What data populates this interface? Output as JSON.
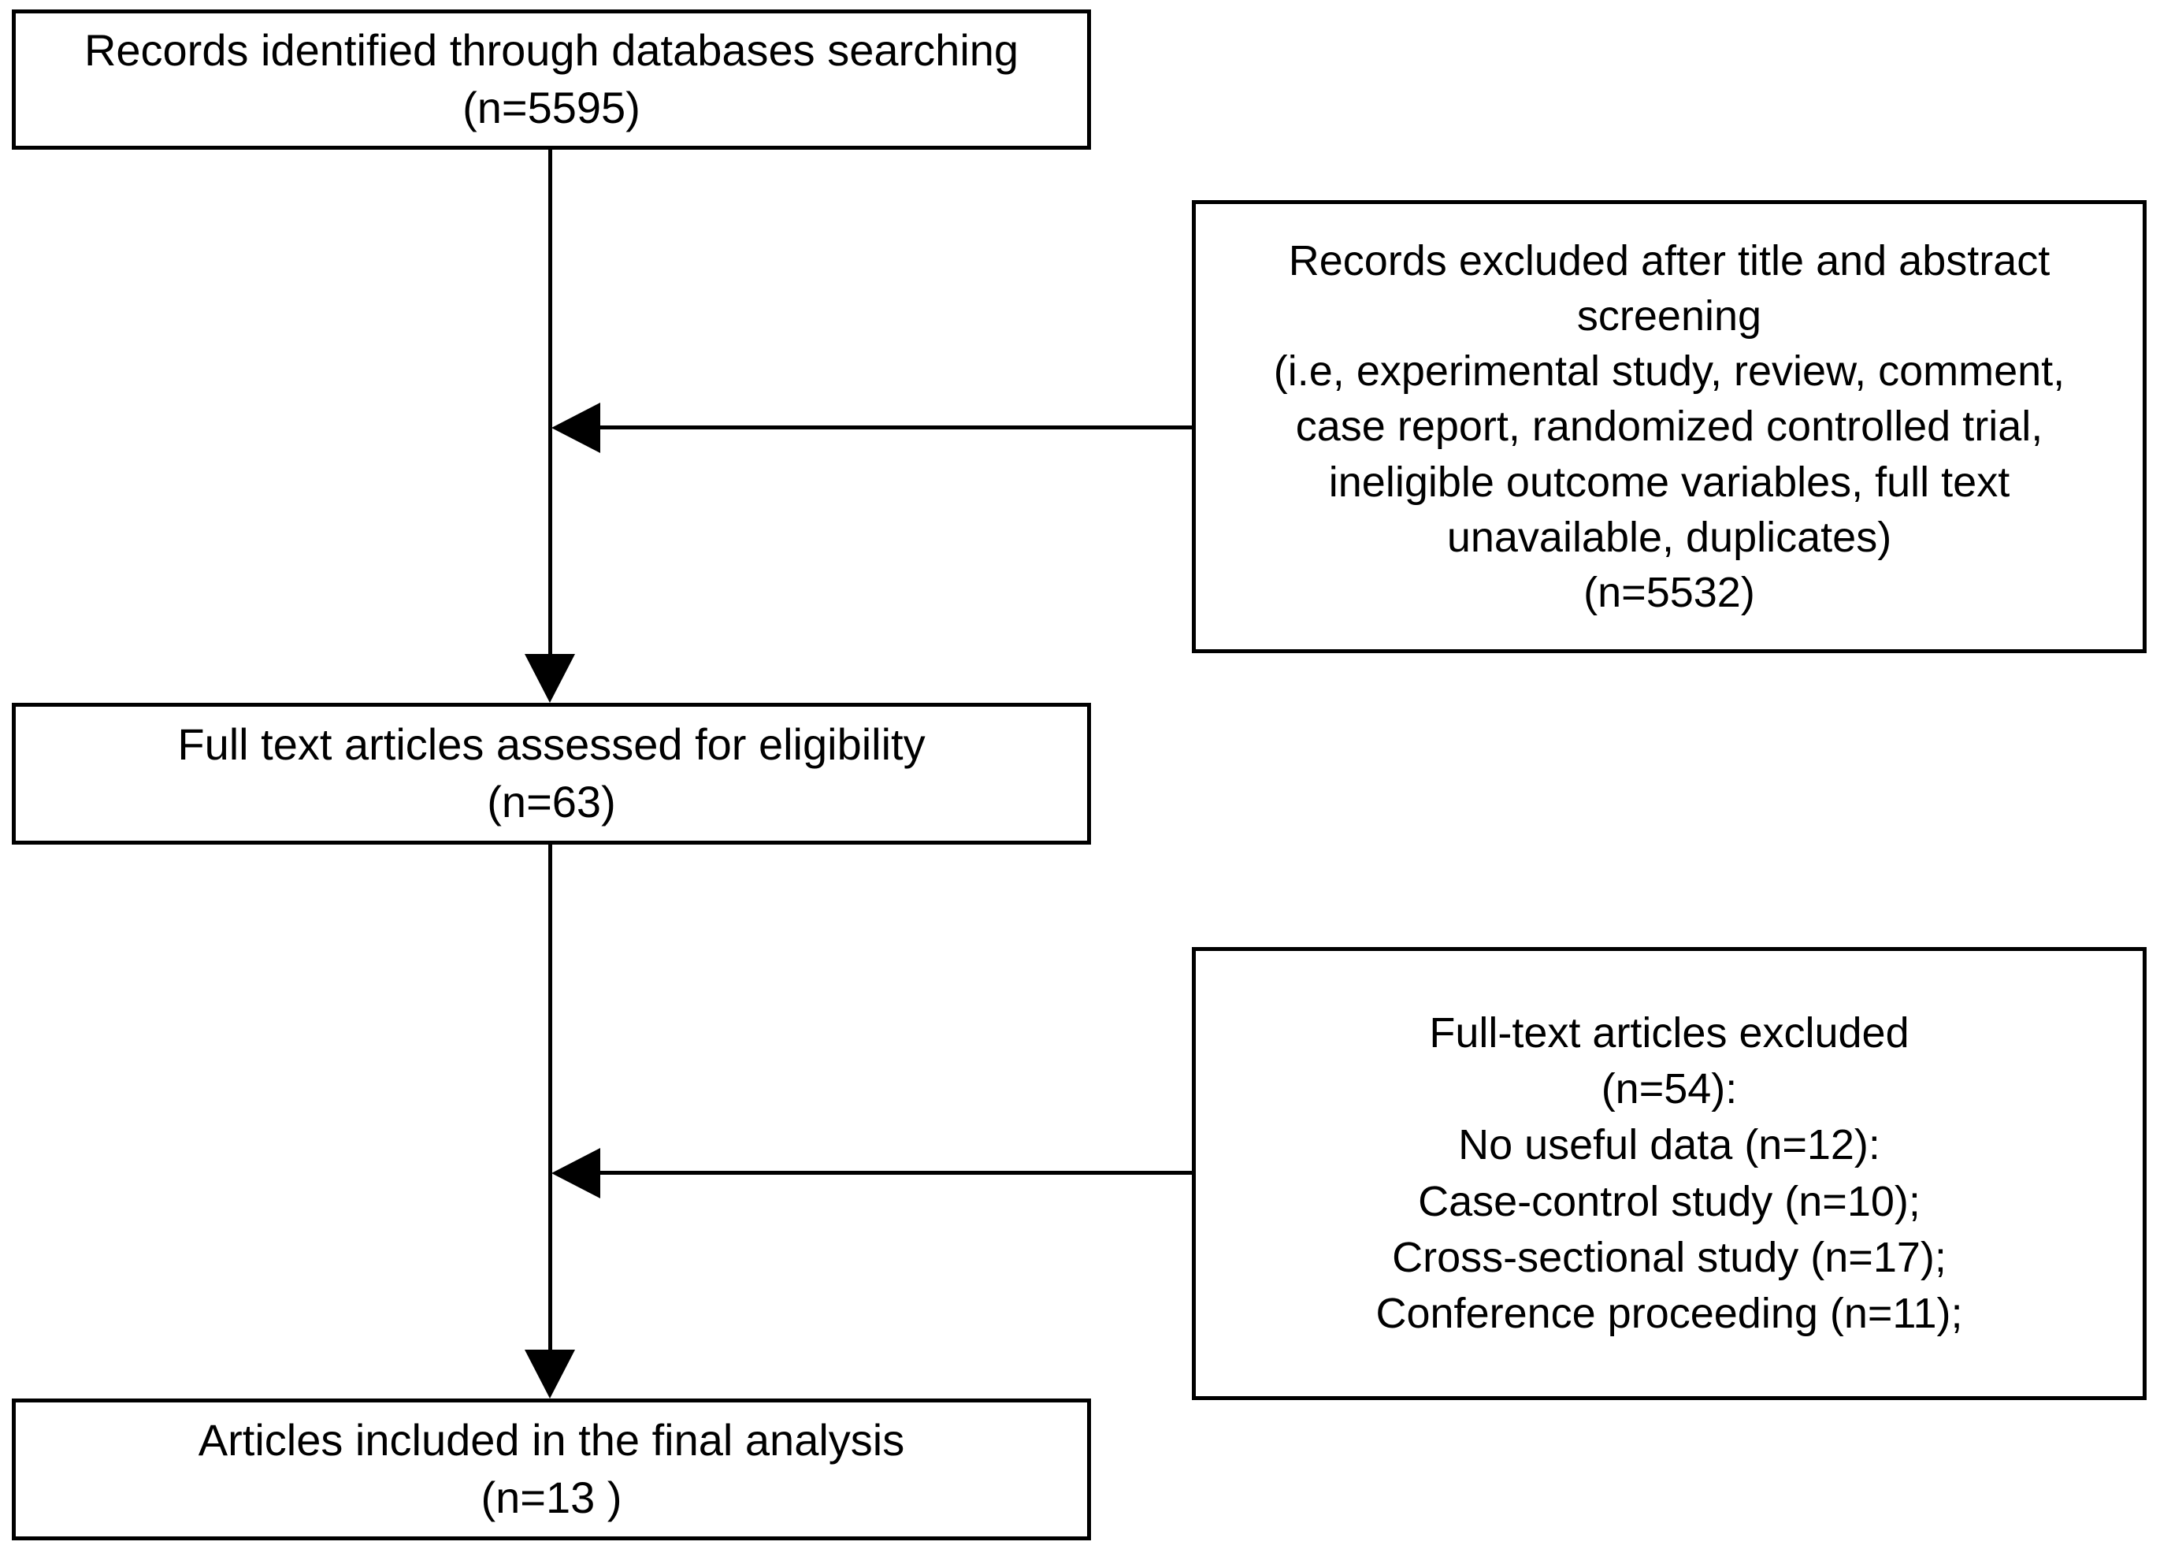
{
  "diagram": {
    "type": "prisma-flow-diagram",
    "title": "",
    "colors": {
      "background": "#ffffff",
      "stroke": "#000000",
      "text": "#000000"
    },
    "stages": [
      {
        "id": "identified",
        "lines": [
          "Records identified through databases searching",
          "(n=5595)"
        ],
        "n": 5595
      },
      {
        "id": "eligibility",
        "lines": [
          "Full text articles assessed for eligibility",
          "(n=63)"
        ],
        "n": 63
      },
      {
        "id": "included",
        "lines": [
          "Articles included in the final analysis",
          "(n=13 )"
        ],
        "n": 13
      }
    ],
    "exclusions": [
      {
        "id": "excluded-screening",
        "lines": [
          "Records excluded after title and abstract",
          "screening",
          "(i.e, experimental study, review, comment,",
          "case report, randomized controlled trial,",
          "ineligible outcome variables, full text",
          "unavailable, duplicates)",
          "(n=5532)"
        ],
        "n": 5532
      },
      {
        "id": "excluded-fulltext",
        "lines": [
          "Full-text articles excluded",
          "(n=54):",
          "No useful data (n=12):",
          "Case-control study (n=10);",
          "Cross-sectional study (n=17);",
          "Conference proceeding (n=11);"
        ],
        "n": 54,
        "reasons": [
          {
            "label": "No useful data",
            "n": 12
          },
          {
            "label": "Case-control study",
            "n": 10
          },
          {
            "label": "Cross-sectional study",
            "n": 17
          },
          {
            "label": "Conference proceeding",
            "n": 11
          }
        ]
      }
    ],
    "connectors": [
      {
        "id": "identified-to-eligibility",
        "direction": "down"
      },
      {
        "id": "eligibility-to-included",
        "direction": "down"
      },
      {
        "id": "screening-exclusion-feeder",
        "direction": "left"
      },
      {
        "id": "fulltext-exclusion-feeder",
        "direction": "left"
      }
    ]
  }
}
